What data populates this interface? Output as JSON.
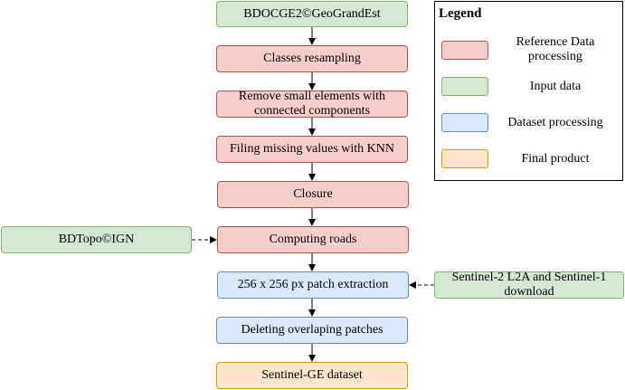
{
  "flow": {
    "source_top": "BDOCGE2©GeoGrandEst",
    "step_1": "Classes resampling",
    "step_2": "Remove small elements with connected components",
    "step_3": "Filing missing values with KNN",
    "step_4": "Closure",
    "step_5": "Computing roads",
    "step_6": "256 x 256 px patch extraction",
    "step_7": "Deleting overlaping patches",
    "final": "Sentinel-GE dataset",
    "side_left": "BDTopo©IGN",
    "side_right": "Sentinel-2 L2A and Sentinel-1 download"
  },
  "legend": {
    "title": "Legend",
    "items": [
      {
        "label": "Reference Data processing",
        "color": "#f8cecc"
      },
      {
        "label": "Input data",
        "color": "#d5e8d4"
      },
      {
        "label": "Dataset processing",
        "color": "#dae8fc"
      },
      {
        "label": "Final product",
        "color": "#ffe6cc"
      }
    ]
  },
  "colors": {
    "input": "#d5e8d4",
    "reference": "#f8cecc",
    "dataset": "#dae8fc",
    "final": "#ffe6cc"
  }
}
